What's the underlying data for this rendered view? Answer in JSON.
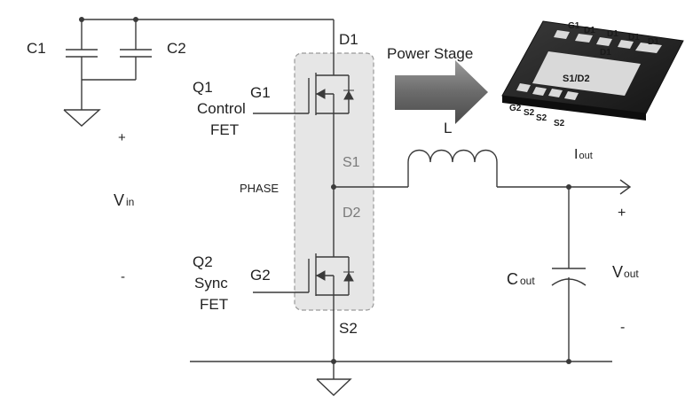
{
  "labels": {
    "c1": "C1",
    "c2": "C2",
    "d1": "D1",
    "q1_line1": "Q1",
    "q1_line2": "Control",
    "q1_line3": "FET",
    "g1": "G1",
    "s1": "S1",
    "phase": "PHASE",
    "d2": "D2",
    "q2_line1": "Q2",
    "q2_line2": "Sync",
    "q2_line3": "FET",
    "g2": "G2",
    "s2": "S2",
    "vin_main": "V",
    "vin_sub": "in",
    "plus_in": "+",
    "minus_in": "-",
    "power_stage": "Power Stage",
    "inductor": "L",
    "iout_main": "I",
    "iout_sub": "out",
    "plus_out": "+",
    "minus_out": "-",
    "vout_main": "V",
    "vout_sub": "out",
    "cout_main": "C",
    "cout_sub": "out"
  },
  "package": {
    "top_pins": [
      "G1",
      "D1",
      "D1",
      "D1",
      "D1"
    ],
    "mid_pin": "D1",
    "center": "S1/D2",
    "bottom_pins": [
      "G2",
      "S2",
      "S2",
      "S2"
    ]
  },
  "colors": {
    "wire": "#3a3a3a",
    "power_stage_box_fill": "#e6e6e6",
    "power_stage_box_stroke": "#9a9a9a",
    "arrow": "#6b6b6b",
    "package_body": "#2a2a2a"
  }
}
